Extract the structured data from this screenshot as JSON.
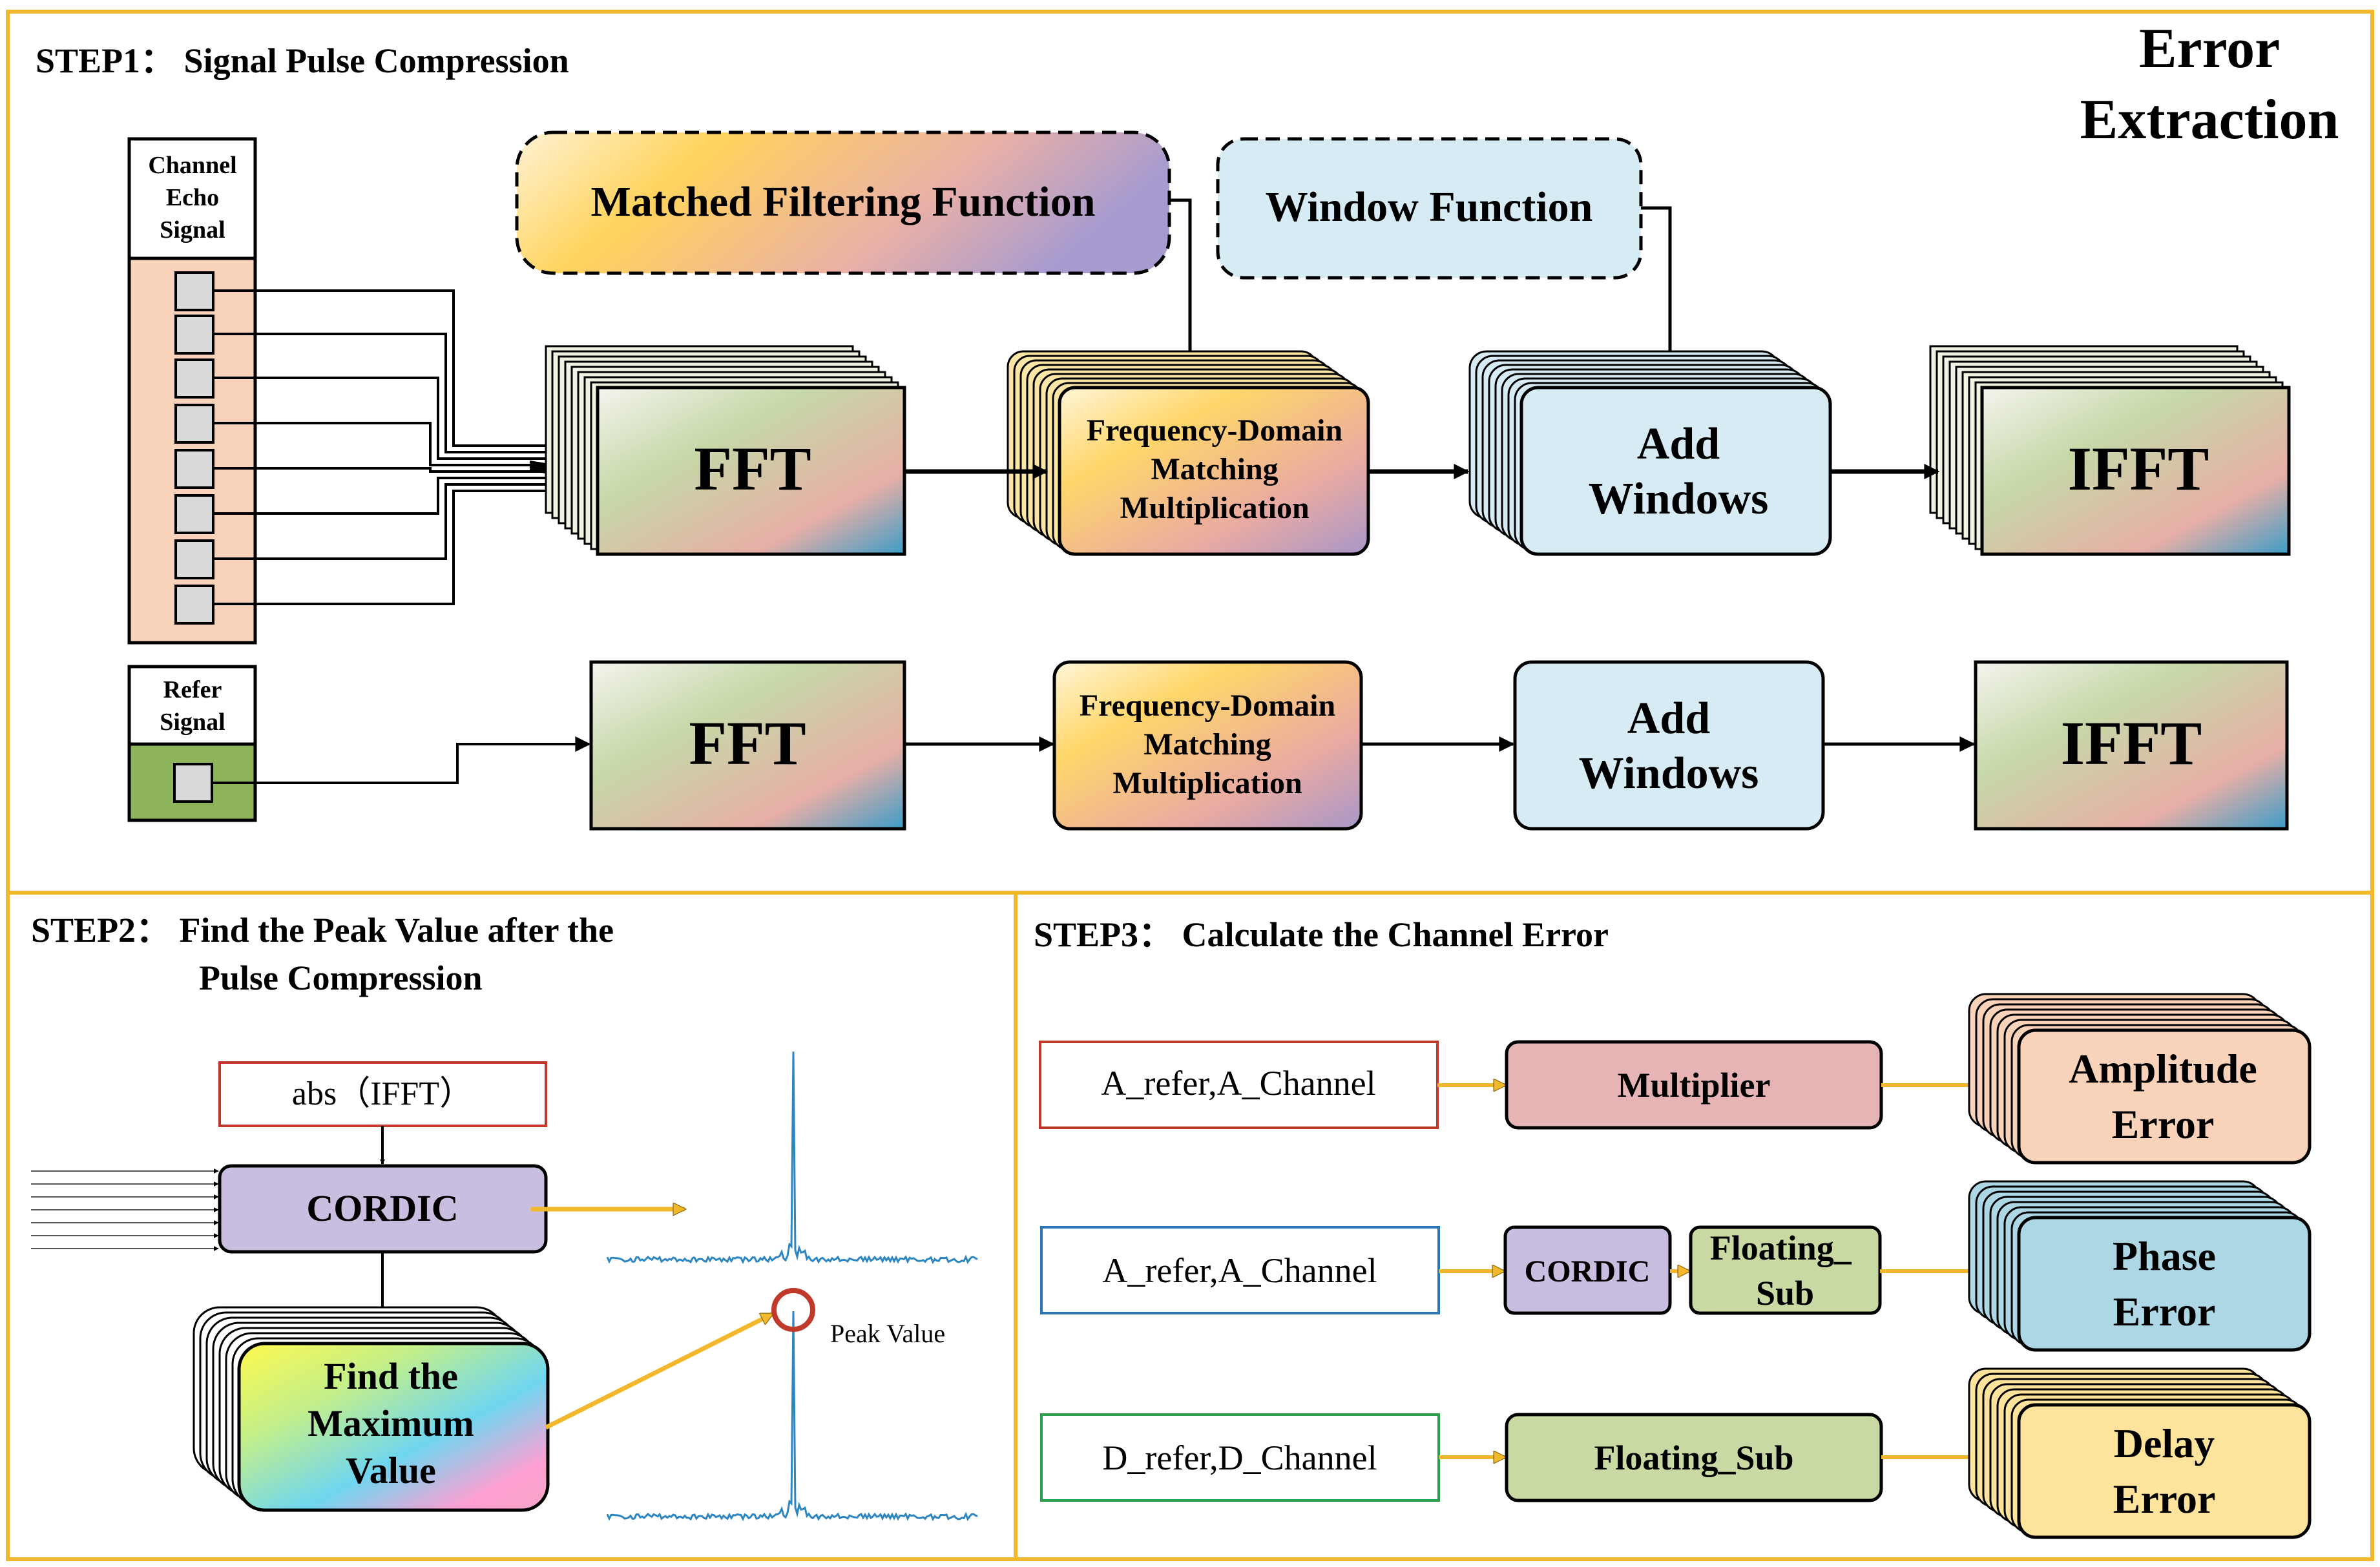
{
  "title": [
    "Error",
    "Extraction"
  ],
  "step1": {
    "heading": "STEP1： Signal Pulse Compression",
    "channel_label": [
      "Channel",
      "Echo",
      "Signal"
    ],
    "refer_label": [
      "Refer",
      "Signal"
    ],
    "matched_filter": "Matched Filtering Function",
    "window_function": "Window Function",
    "fft": "FFT",
    "fdmm": [
      "Frequency-Domain",
      "Matching",
      "Multiplication"
    ],
    "add_windows": [
      "Add",
      "Windows"
    ],
    "ifft": "IFFT"
  },
  "step2": {
    "heading": [
      "STEP2： Find the Peak Value after the",
      "Pulse Compression"
    ],
    "abs_label": "abs（IFFT）",
    "cordic": "CORDIC",
    "find_max": [
      "Find the",
      "Maximum",
      "Value"
    ],
    "peak_label": "Peak Value"
  },
  "step3": {
    "heading": "STEP3： Calculate the Channel Error",
    "rows": [
      {
        "input": "A_refer,A_Channel",
        "ops": [
          "Multiplier"
        ],
        "output": [
          "Amplitude",
          "Error"
        ]
      },
      {
        "input": "A_refer,A_Channel",
        "ops": [
          "CORDIC",
          "Floating_\nSub"
        ],
        "output": [
          "Phase",
          "Error"
        ]
      },
      {
        "input": "D_refer,D_Channel",
        "ops": [
          "Floating_Sub"
        ],
        "output": [
          "Delay",
          "Error"
        ]
      }
    ]
  },
  "colors": {
    "frame": "#f2b82c",
    "echo_fill": "#f9d3b9",
    "refer_fill": "#8db35a",
    "cordic_fill": "#c9bedf",
    "multiplier_fill": "#e6b4b4",
    "floating_fill": "#c8d9a3",
    "add_windows_fill": "#d6ebf3",
    "amplitude_fill": "#f9d3b9",
    "phase_fill": "#add7e5",
    "delay_fill": "#fde39b",
    "red_border": "#c0392b",
    "blue_border": "#2e75b6",
    "green_border": "#2e9e4f",
    "spectrum": "#2e86c1",
    "yellow_arrow": "#f2b82c"
  }
}
